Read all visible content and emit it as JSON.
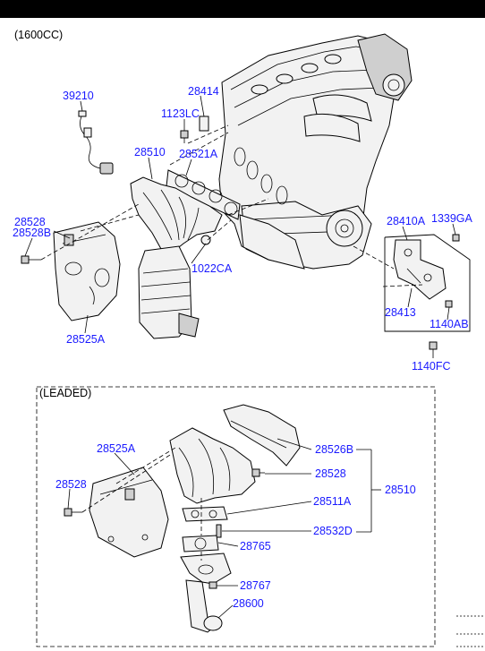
{
  "header": {
    "variant": "(1600CC)"
  },
  "upper_labels": {
    "p39210": "39210",
    "p28414": "28414",
    "p1123LC": "1123LC",
    "p28510": "28510",
    "p28521A": "28521A",
    "p28528": "28528",
    "p28528B": "28528B",
    "p1022CA": "1022CA",
    "p28525A": "28525A",
    "p28410A": "28410A",
    "p1339GA": "1339GA",
    "p28413": "28413",
    "p1140AB": "1140AB",
    "p1140FC": "1140FC"
  },
  "leaded": {
    "title": "(LEADED)",
    "p28525A": "28525A",
    "p28528_left": "28528",
    "p28526B": "28526B",
    "p28528_right": "28528",
    "p28511A": "28511A",
    "p28532D": "28532D",
    "p28510": "28510",
    "p28765": "28765",
    "p28767": "28767",
    "p28600": "28600"
  },
  "colors": {
    "label": "#1a1aff",
    "line": "#000000",
    "header_bar": "#000000"
  }
}
